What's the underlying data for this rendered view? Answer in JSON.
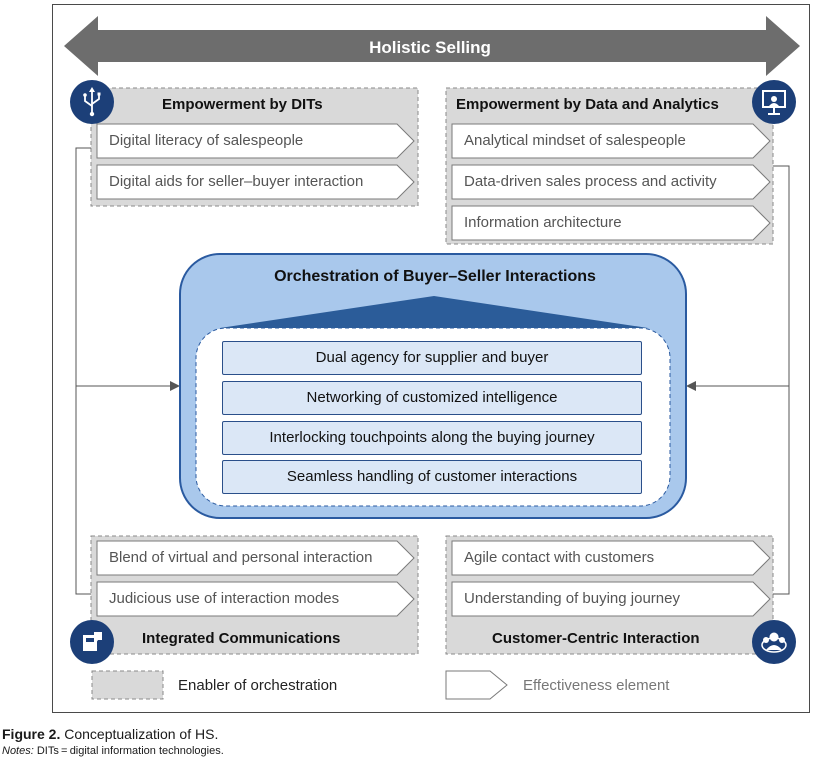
{
  "diagram": {
    "banner": {
      "label": "Holistic Selling"
    },
    "quadrants": {
      "top_left": {
        "title": "Empowerment by DITs",
        "icon": "usb-icon",
        "items": [
          "Digital literacy of salespeople",
          "Digital aids for seller–buyer interaction"
        ]
      },
      "top_right": {
        "title": "Empowerment by Data and Analytics",
        "icon": "presentation-icon",
        "items": [
          "Analytical mindset of salespeople",
          "Data-driven sales process and activity",
          "Information architecture"
        ]
      },
      "bottom_left": {
        "title": "Integrated Communications",
        "icon": "communication-icon",
        "items": [
          "Blend of virtual and personal interaction",
          "Judicious use of interaction modes"
        ]
      },
      "bottom_right": {
        "title": "Customer-Centric Interaction",
        "icon": "customers-icon",
        "items": [
          "Agile contact with customers",
          "Understanding of buying journey"
        ]
      }
    },
    "center": {
      "title": "Orchestration of Buyer–Seller Interactions",
      "items": [
        "Dual agency for supplier and buyer",
        "Networking of customized intelligence",
        "Interlocking touchpoints along the buying journey",
        "Seamless handling of customer interactions"
      ]
    },
    "legend": {
      "enabler_label": "Enabler of orchestration",
      "effectiveness_label": "Effectiveness element"
    },
    "colors": {
      "banner": "#6d6d6d",
      "enabler_fill": "#d9d9d9",
      "icon_circle": "#1c3f78",
      "center_fill": "#a9c8ec",
      "center_border": "#2a5aa0",
      "center_triangle": "#2b5c99",
      "item_fill": "#dbe7f6"
    }
  },
  "caption": {
    "figure_label": "Figure 2.",
    "figure_text": "Conceptualization of HS.",
    "notes_label": "Notes:",
    "notes_text": "DITs = digital information technologies."
  }
}
